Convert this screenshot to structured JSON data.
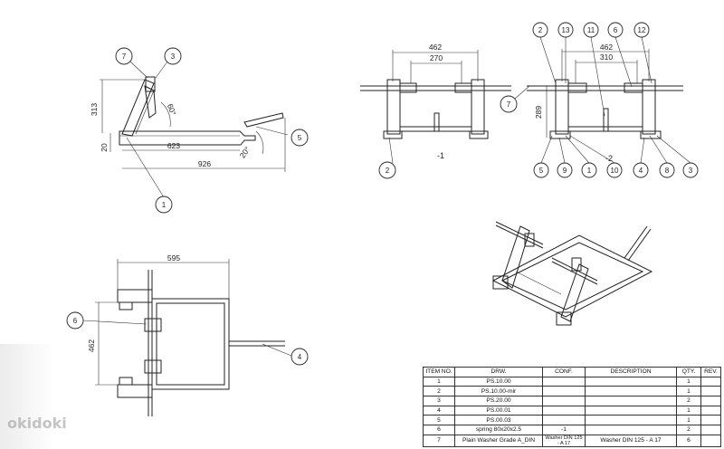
{
  "balloons": {
    "b_side_7": "7",
    "b_side_3": "3",
    "b_side_5": "5",
    "b_side_1": "1",
    "b_f1_7": "7",
    "b_f1_2": "2",
    "b_f2_2": "2",
    "b_f2_13": "13",
    "b_f2_11": "11",
    "b_f2_6": "6",
    "b_f2_12": "12",
    "b_f2_5": "5",
    "b_f2_9": "9",
    "b_f2_1": "1",
    "b_f2_10": "10",
    "b_f2_4": "4",
    "b_f2_8": "8",
    "b_f2_3": "3",
    "b_top_6": "6",
    "b_top_4": "4"
  },
  "dimensions": {
    "side_313": "313",
    "side_20": "20",
    "side_623": "623",
    "side_926": "926",
    "side_angle_60": "60°",
    "side_angle_20": "20°",
    "f1_462": "462",
    "f1_270": "270",
    "f2_462": "462",
    "f2_310": "310",
    "f2_289": "289",
    "top_595": "595",
    "top_462": "462"
  },
  "view_labels": {
    "front_1": "-1",
    "front_2": "-2"
  },
  "bom": {
    "headers": [
      "ITEM NO.",
      "DRW.",
      "CONF.",
      "DESCRIPTION",
      "QTY.",
      "REV."
    ],
    "rows": [
      {
        "item": "1",
        "drw": "PS.10.00",
        "conf": "",
        "desc": "",
        "qty": "1",
        "rev": ""
      },
      {
        "item": "2",
        "drw": "PS.10.00-mir",
        "conf": "",
        "desc": "",
        "qty": "1",
        "rev": ""
      },
      {
        "item": "3",
        "drw": "PS.20.00",
        "conf": "",
        "desc": "",
        "qty": "2",
        "rev": ""
      },
      {
        "item": "4",
        "drw": "PS.00.01",
        "conf": "",
        "desc": "",
        "qty": "1",
        "rev": ""
      },
      {
        "item": "5",
        "drw": "PS.00.03",
        "conf": "",
        "desc": "",
        "qty": "1",
        "rev": ""
      },
      {
        "item": "6",
        "drw": "spring 80x20x2.5",
        "conf": "-1",
        "desc": "",
        "qty": "2",
        "rev": ""
      },
      {
        "item": "7",
        "drw": "Plain Washer Grade A_DIN",
        "conf": "Washer DIN 125 - A 17",
        "desc": "Washer DIN 125 - A 17",
        "qty": "6",
        "rev": ""
      }
    ]
  },
  "watermark": "okidoki"
}
